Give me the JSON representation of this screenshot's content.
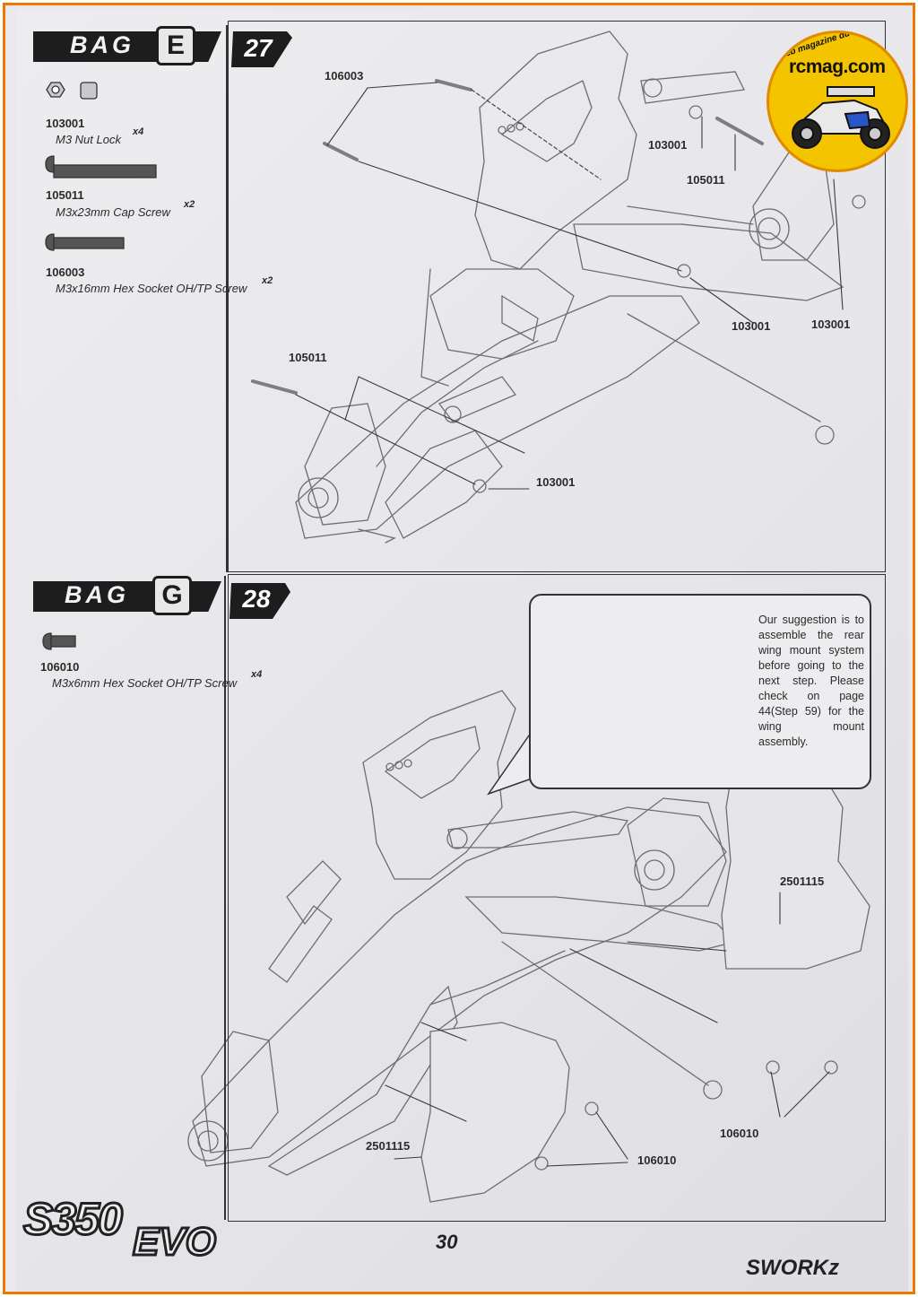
{
  "watermark": {
    "arc_text": "Le web magazine du modélisme",
    "site": "rcmag.com"
  },
  "step27": {
    "bag_label": "BAG",
    "bag_letter": "E",
    "step_number": "27",
    "parts": [
      {
        "code": "103001",
        "name": "M3 Nut Lock",
        "qty": "x4"
      },
      {
        "code": "105011",
        "name": "M3x23mm Cap Screw",
        "qty": "x2"
      },
      {
        "code": "106003",
        "name": "M3x16mm Hex Socket OH/TP Screw",
        "qty": "x2"
      }
    ],
    "callouts": {
      "c1": "106003",
      "c2": "103001",
      "c3": "105011",
      "c4": "103001",
      "c5": "103001",
      "c6": "105011",
      "c7": "103001"
    }
  },
  "step28": {
    "bag_label": "BAG",
    "bag_letter": "G",
    "step_number": "28",
    "parts": [
      {
        "code": "106010",
        "name": "M3x6mm Hex Socket OH/TP Screw",
        "qty": "x4"
      }
    ],
    "note": "Our suggestion is to assemble the rear wing mount system before going to the next step. Please check on page 44(Step 59) for the wing mount assembly.",
    "callouts": {
      "c1": "2501115",
      "c2": "106010",
      "c3": "2501115",
      "c4": "106010"
    }
  },
  "footer": {
    "page_number": "30",
    "logo_model_a": "S350",
    "logo_model_b": "EVO",
    "logo_brand": "SWORKz"
  }
}
